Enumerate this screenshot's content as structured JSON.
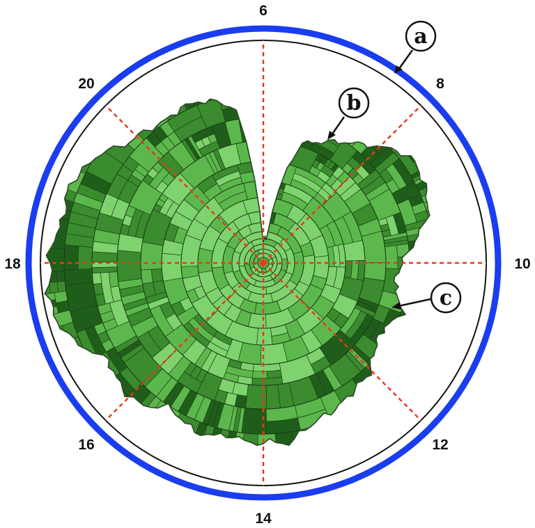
{
  "clock_labels": {
    "top": "6",
    "upper_left": "20",
    "upper_right": "8",
    "left": "18",
    "right": "10",
    "lower_left": "16",
    "lower_right": "12",
    "bottom": "14"
  },
  "callouts": {
    "a": "a",
    "b": "b",
    "c": "c"
  },
  "colors": {
    "outer_ring": "#1a3df0",
    "inner_ring": "#111111",
    "guide_lines": "#e8391c",
    "fill_light": "#7ed36e",
    "fill_mid": "#5cb84c",
    "fill_dark": "#3a8c2e",
    "fill_darkest": "#1f5e1a",
    "cell_stroke": "#1d3f17"
  }
}
